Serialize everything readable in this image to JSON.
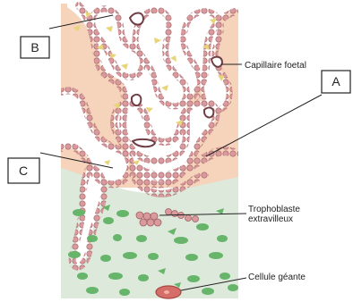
{
  "diagram": {
    "labels": {
      "a": "A",
      "b": "B",
      "c": "C"
    },
    "callouts": {
      "capillaire": "Capillaire foetal",
      "trophoblaste_line1": "Trophoblaste",
      "trophoblaste_line2": "extravilleux",
      "cellule": "Cellule géante"
    },
    "colors": {
      "villous_fill": "#f6d3bb",
      "villous_stroke": "#c48d72",
      "cell_fill": "#d89a9d",
      "cell_stroke": "#a35f65",
      "decidua_fill": "#dde9da",
      "decidua_cells": "#66b56b",
      "giant_cell": "#d56e68",
      "space": "#ffffff",
      "yellow_fragments": "#e7d57a",
      "ink": "#222222"
    }
  }
}
